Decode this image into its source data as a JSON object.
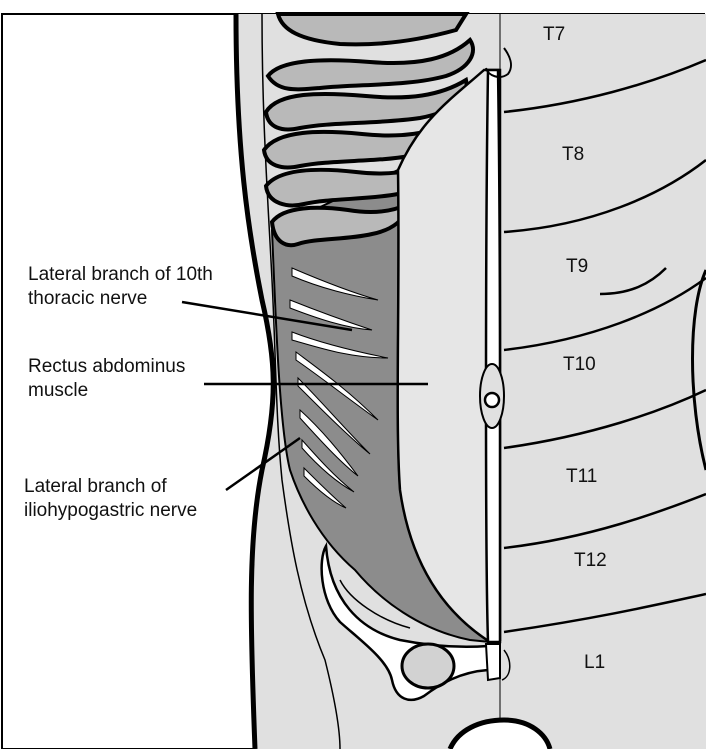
{
  "colors": {
    "background": "#ffffff",
    "skin": "#e0e0e0",
    "muscle": "#e6e6e6",
    "oblique": "#8c8c8c",
    "rib": "#b9b9b9",
    "ink": "#0a0a0a"
  },
  "labels": {
    "tenth_nerve": {
      "line1": "Lateral branch of 10th",
      "line2": "thoracic nerve"
    },
    "rectus": {
      "line1": "Rectus abdominus",
      "line2": "muscle"
    },
    "iliohypogastric": {
      "line1": "Lateral branch of",
      "line2": "iliohypogastric nerve"
    }
  },
  "dermatomes": [
    "T7",
    "T8",
    "T9",
    "T10",
    "T11",
    "T12",
    "L1"
  ]
}
